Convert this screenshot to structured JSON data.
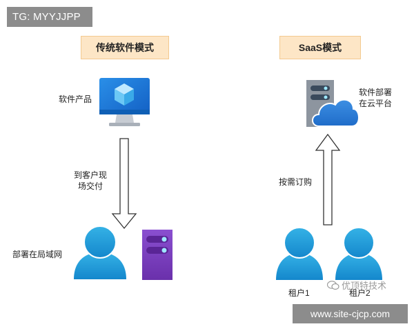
{
  "watermark": {
    "tg_label": "TG: MYYJJPP",
    "url_label": "www.site-cjcp.com",
    "wechat_label": "优顶特技术"
  },
  "traditional": {
    "title": "传统软件模式",
    "product_label": "软件产品",
    "delivery_label": "到客户现\n场交付",
    "deploy_label": "部署在局域网"
  },
  "saas": {
    "title": "SaaS模式",
    "cloud_label": "软件部署\n在云平台",
    "subscribe_label": "按需订购",
    "tenant1_label": "租户1",
    "tenant2_label": "租户2"
  },
  "colors": {
    "title_fill": "#fde6c6",
    "person_blue": "#1e9bd7",
    "monitor_blue": "#1577d3",
    "server_purple": "#7b3fbf",
    "cloud_blue": "#2f7fd8",
    "server_grey": "#8d959f"
  }
}
